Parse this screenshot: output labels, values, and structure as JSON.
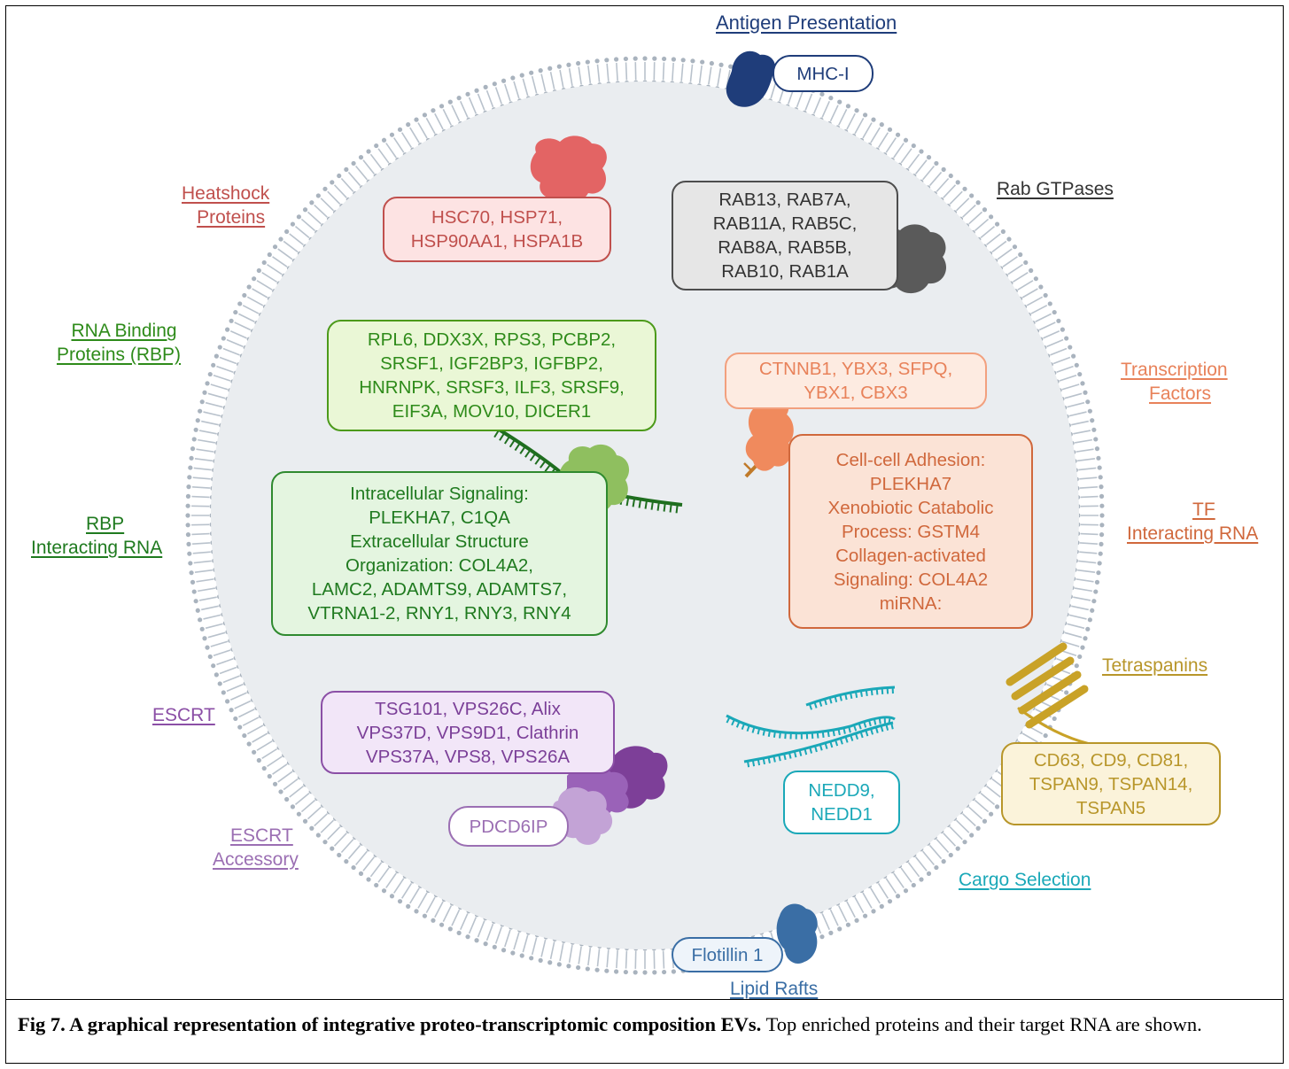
{
  "labels": {
    "antigen_presentation": "Antigen Presentation",
    "rab_gtpases": "Rab GTPases",
    "heatshock": [
      "Heatshock",
      "Proteins"
    ],
    "rbp": [
      "RNA Binding",
      "Proteins (RBP)"
    ],
    "transcription_factors": [
      "Transcription",
      "Factors"
    ],
    "rbp_interacting": [
      "RBP",
      "Interacting RNA"
    ],
    "tf_interacting": [
      "TF",
      "Interacting RNA"
    ],
    "tetraspanins": "Tetraspanins",
    "escrt": "ESCRT",
    "escrt_accessory": [
      "ESCRT",
      "Accessory"
    ],
    "cargo_selection": "Cargo Selection",
    "lipid_rafts": "Lipid Rafts"
  },
  "boxes": {
    "mhc": [
      "MHC-I"
    ],
    "heatshock": [
      "HSC70, HSP71,",
      "HSP90AA1, HSPA1B"
    ],
    "rab": [
      "RAB13, RAB7A,",
      "RAB11A, RAB5C,",
      "RAB8A, RAB5B,",
      "RAB10, RAB1A"
    ],
    "rbp": [
      "RPL6, DDX3X, RPS3, PCBP2,",
      "SRSF1, IGF2BP3, IGFBP2,",
      "HNRNPK, SRSF3, ILF3, SRSF9,",
      "EIF3A, MOV10, DICER1"
    ],
    "tf": [
      "CTNNB1, YBX3, SFPQ,",
      "YBX1, CBX3"
    ],
    "rbp_rna": [
      "Intracellular Signaling:",
      "PLEKHA7, C1QA",
      "Extracellular Structure",
      "Organization: COL4A2,",
      "LAMC2, ADAMTS9, ADAMTS7,",
      "VTRNA1-2, RNY1, RNY3, RNY4"
    ],
    "tf_rna": [
      "Cell-cell Adhesion:",
      "PLEKHA7",
      "Xenobiotic Catabolic",
      "Process: GSTM4",
      "Collagen-activated",
      "Signaling: COL4A2",
      "miRNA:"
    ],
    "escrt": [
      "TSG101, VPS26C, Alix",
      "VPS37D, VPS9D1, Clathrin",
      "VPS37A, VPS8, VPS26A"
    ],
    "pdcd6ip": [
      "PDCD6IP"
    ],
    "tetraspanins": [
      "CD63, CD9, CD81,",
      "TSPAN9, TSPAN14,",
      "TSPAN5"
    ],
    "nedd": [
      "NEDD9,",
      "NEDD1"
    ],
    "flotillin": [
      "Flotillin 1"
    ]
  },
  "caption": {
    "bold": "Fig 7. A graphical representation of integrative proteo-transcriptomic composition EVs.",
    "text": " Top enriched proteins and their target RNA are shown."
  },
  "colors": {
    "heatshock": "#c0504d",
    "rab": "#4d4d4d",
    "rbp": "#2e8b1a",
    "rbp_rna": "#1f7a1f",
    "tf": "#e8825a",
    "tf_rna": "#d0683c",
    "escrt": "#8b4fa6",
    "escrt_accessory": "#9b6fb3",
    "tetraspanins": "#b8962a",
    "cargo": "#1aa8b8",
    "lipid": "#3a6ea5",
    "antigen": "#1f3d7a",
    "membrane": "#b5bdc7",
    "lumen": "#eaedf0"
  }
}
